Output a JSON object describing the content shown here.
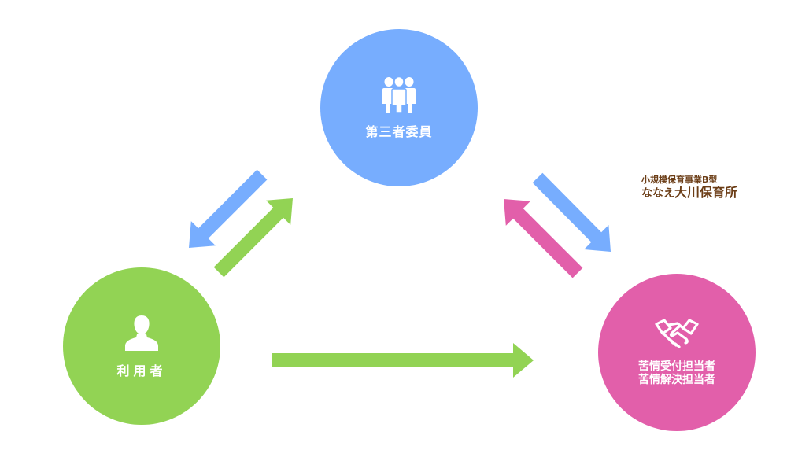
{
  "colors": {
    "third_party": "#77adfe",
    "user": "#92d354",
    "complaint": "#e25faa",
    "brand_text": "#6b3d16"
  },
  "nodes": {
    "third_party": {
      "label": "第三者委員",
      "icon": "group-icon"
    },
    "user": {
      "label": "利用者",
      "icon": "person-icon"
    },
    "complaint_staff": {
      "line1": "苦情受付担当者",
      "line2": "苦情解決担当者",
      "icon": "handshake-icon"
    }
  },
  "brand": {
    "subtitle": "小規模保育事業B型",
    "name_prefix": "ななえ",
    "name_main": "大川保育所"
  },
  "arrows": [
    {
      "from": "third_party",
      "to": "user",
      "color": "third_party"
    },
    {
      "from": "user",
      "to": "third_party",
      "color": "user"
    },
    {
      "from": "third_party",
      "to": "complaint_staff",
      "color": "third_party"
    },
    {
      "from": "complaint_staff",
      "to": "third_party",
      "color": "complaint"
    },
    {
      "from": "user",
      "to": "complaint_staff",
      "color": "user"
    }
  ]
}
